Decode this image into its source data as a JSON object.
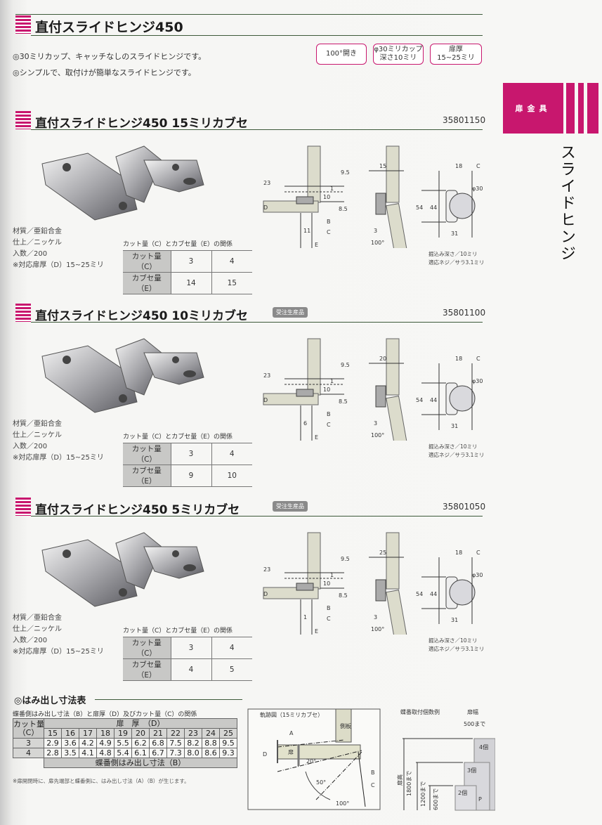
{
  "page": {
    "title": "直付スライドヒンジ450",
    "intro": [
      "◎30ミリカップ、キャッチなしのスライドヒンジです。",
      "◎シンプルで、取付けが簡単なスライドヒンジです。"
    ],
    "features": [
      {
        "line1": "100°開き",
        "line2": ""
      },
      {
        "line1": "φ30ミリカップ",
        "line2": "深さ10ミリ"
      },
      {
        "line1": "扉厚",
        "line2": "15~25ミリ"
      }
    ],
    "side_tab": "扉金具",
    "side_vertical": "スライドヒンジ"
  },
  "sections": [
    {
      "title": "直付スライドヒンジ450 15ミリカブセ",
      "badge": "",
      "code": "35801150",
      "specs": [
        "材質／亜鉛合金",
        "仕上／ニッケル",
        "入数／200",
        "※対応扉厚（D）15~25ミリ"
      ],
      "table_caption": "カット量（C）とカブセ量（E）の関係",
      "rows": [
        {
          "label": "カット量（C）",
          "values": [
            "3",
            "4"
          ]
        },
        {
          "label": "カブセ量（E）",
          "values": [
            "14",
            "15"
          ]
        }
      ],
      "dims": {
        "a": "23",
        "b": "D",
        "c": "9.5",
        "d": "1",
        "e": "10",
        "f": "8.5",
        "g": "B",
        "h": "11",
        "i": "C",
        "j": "E",
        "k": "15",
        "l": "3",
        "m": "100°",
        "n": "18",
        "o": "C",
        "p": "φ30",
        "q": "54",
        "r": "44",
        "s": "31"
      },
      "notes": [
        "掘込み深さ／10ミリ",
        "適応ネジ／サラ3.1ミリ"
      ]
    },
    {
      "title": "直付スライドヒンジ450 10ミリカブセ",
      "badge": "受注生産品",
      "code": "35801100",
      "specs": [
        "材質／亜鉛合金",
        "仕上／ニッケル",
        "入数／200",
        "※対応扉厚（D）15~25ミリ"
      ],
      "table_caption": "カット量（C）とカブセ量（E）の関係",
      "rows": [
        {
          "label": "カット量（C）",
          "values": [
            "3",
            "4"
          ]
        },
        {
          "label": "カブセ量（E）",
          "values": [
            "9",
            "10"
          ]
        }
      ],
      "dims": {
        "a": "23",
        "b": "D",
        "c": "9.5",
        "d": "1",
        "e": "10",
        "f": "8.5",
        "g": "B",
        "h": "6",
        "i": "C",
        "j": "E",
        "k": "20",
        "l": "3",
        "m": "100°",
        "n": "18",
        "o": "C",
        "p": "φ30",
        "q": "54",
        "r": "44",
        "s": "31"
      },
      "notes": [
        "掘込み深さ／10ミリ",
        "適応ネジ／サラ3.1ミリ"
      ]
    },
    {
      "title": "直付スライドヒンジ450 5ミリカブセ",
      "badge": "受注生産品",
      "code": "35801050",
      "specs": [
        "材質／亜鉛合金",
        "仕上／ニッケル",
        "入数／200",
        "※対応扉厚（D）15~25ミリ"
      ],
      "table_caption": "カット量（C）とカブセ量（E）の関係",
      "rows": [
        {
          "label": "カット量（C）",
          "values": [
            "3",
            "4"
          ]
        },
        {
          "label": "カブセ量（E）",
          "values": [
            "4",
            "5"
          ]
        }
      ],
      "dims": {
        "a": "23",
        "b": "D",
        "c": "9.5",
        "d": "1",
        "e": "10",
        "f": "8.5",
        "g": "B",
        "h": "1",
        "i": "C",
        "j": "E",
        "k": "25",
        "l": "3",
        "m": "100°",
        "n": "18",
        "o": "C",
        "p": "φ30",
        "q": "54",
        "r": "44",
        "s": "31"
      },
      "notes": [
        "掘込み深さ／10ミリ",
        "適応ネジ／サラ3.1ミリ"
      ]
    }
  ],
  "protrusion": {
    "heading": "◎はみ出し寸法表",
    "caption": "蝶番側はみ出し寸法（B）と扉厚（D）及びカット量（C）の関係",
    "row_header": [
      "カット量",
      "（C）"
    ],
    "col_header": "扉　厚　（D）",
    "thickness": [
      "15",
      "16",
      "17",
      "18",
      "19",
      "20",
      "21",
      "22",
      "23",
      "24",
      "25"
    ],
    "rows": [
      {
        "cut": "3",
        "values": [
          "2.9",
          "3.6",
          "4.2",
          "4.9",
          "5.5",
          "6.2",
          "6.8",
          "7.5",
          "8.2",
          "8.8",
          "9.5"
        ]
      },
      {
        "cut": "4",
        "values": [
          "2.8",
          "3.5",
          "4.1",
          "4.8",
          "5.4",
          "6.1",
          "6.7",
          "7.3",
          "8.0",
          "8.6",
          "9.3"
        ]
      }
    ],
    "footer": "蝶番側はみ出し寸法（B）",
    "note": "※扉開閉時に、扉先端部と蝶番側に、はみ出し寸法（A）（B）が生じます。"
  },
  "trajectory": {
    "title": "軌跡図（15ミリカブセ）",
    "side_panel": "側板",
    "door": "扉",
    "a": "A",
    "d": "D",
    "b": "B",
    "c": "C",
    "ang1": "20°",
    "ang2": "50°",
    "ang3": "100°"
  },
  "count_example": {
    "title": "蝶番取付個数例",
    "width_label": "扉幅",
    "width_max": "500まで",
    "height_label": "扉高",
    "h1": "1800まで",
    "h2": "1200まで",
    "h3": "600まで",
    "c4": "4個",
    "c3": "3個",
    "c2": "2個",
    "p": "P"
  },
  "colors": {
    "accent": "#c8176e"
  }
}
